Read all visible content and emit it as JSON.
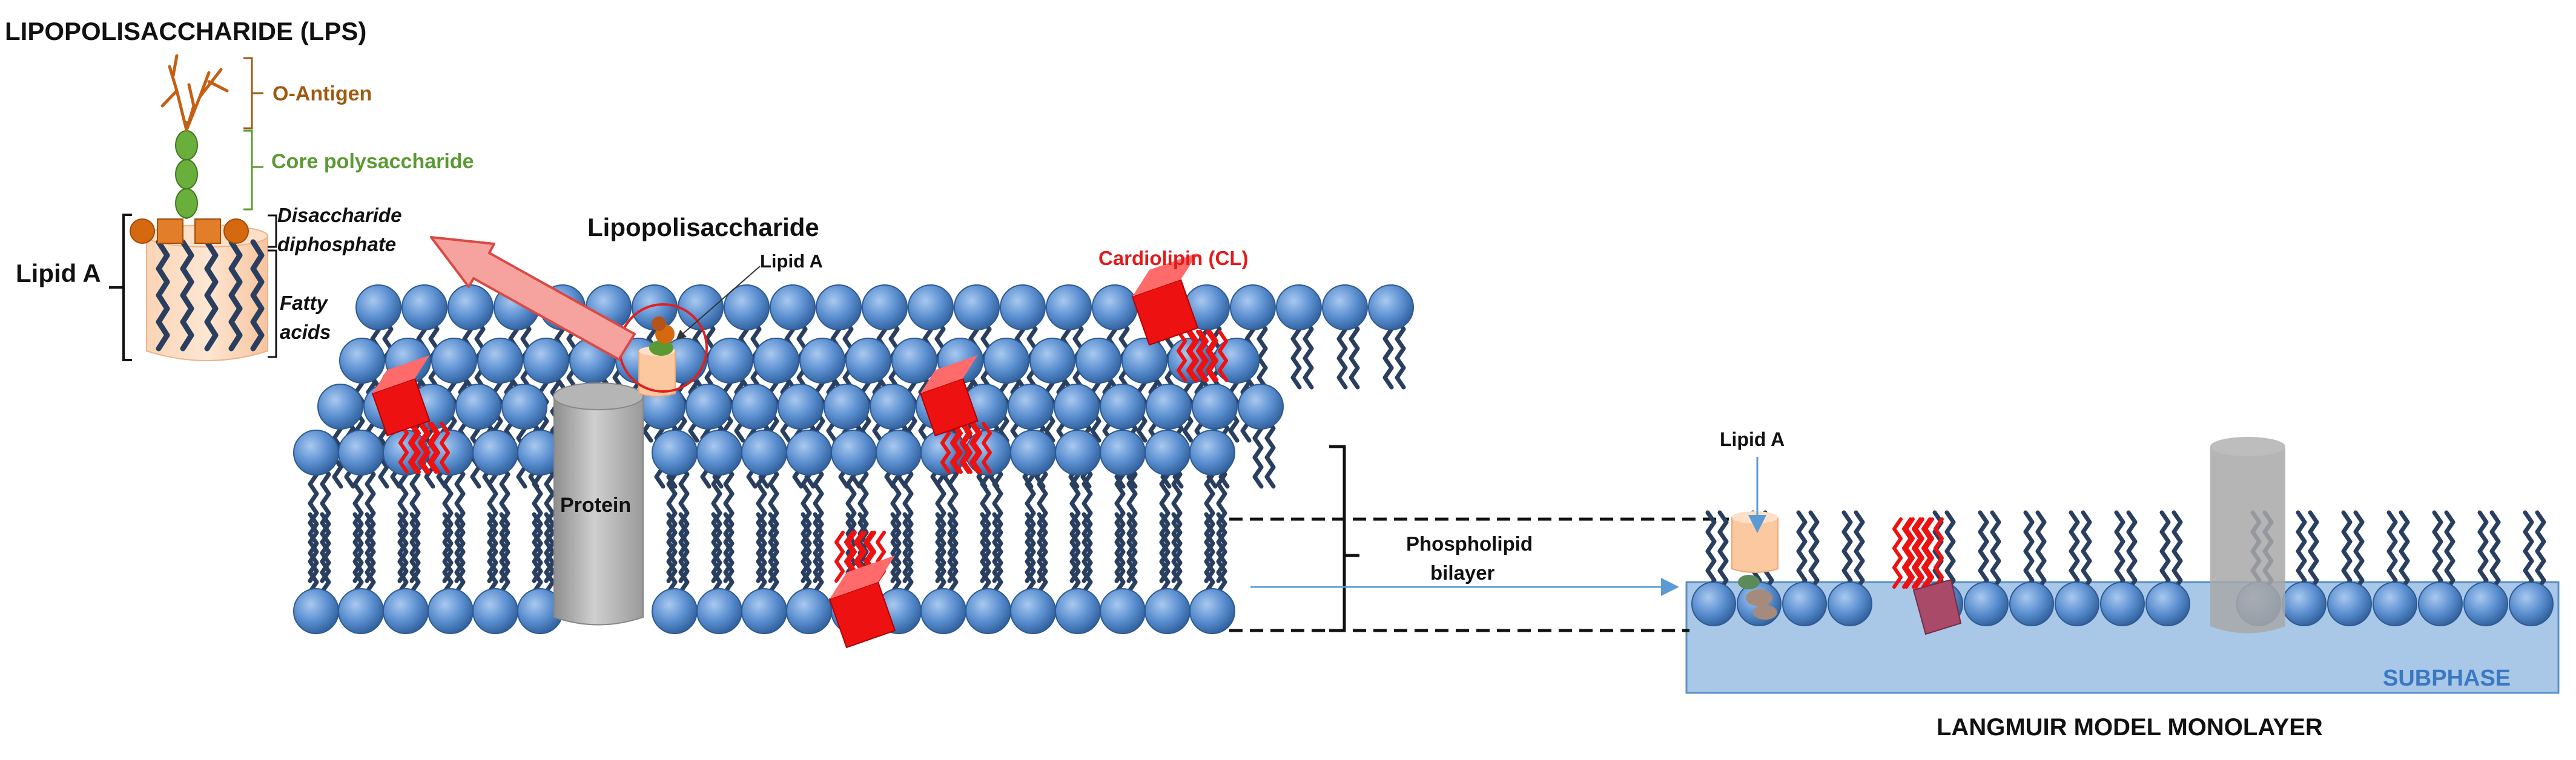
{
  "lps_panel": {
    "title": "LIPOPOLISACCHARIDE (LPS)",
    "o_antigen": "O-Antigen",
    "core": "Core polysaccharide",
    "disaccharide_line1": "Disaccharide",
    "disaccharide_line2": "diphosphate",
    "fatty_line1": "Fatty",
    "fatty_line2": "acids",
    "lipid_a": "Lipid A"
  },
  "bilayer": {
    "lps_label": "Lipopolisaccharide",
    "lipid_a_label": "Lipid A",
    "cardiolipin_label": "Cardiolipin (CL)",
    "protein_label": "Protein",
    "phospholipid_line1": "Phospholipid",
    "phospholipid_line2": "bilayer"
  },
  "monolayer": {
    "lipid_a_label": "Lipid A",
    "subphase_label": "SUBPHASE",
    "title": "LANGMUIR MODEL MONOLAYER"
  },
  "colors": {
    "head_blue": "#5b8fd0",
    "tail_navy": "#2a3f5f",
    "cardiolipin_red": "#ee1111",
    "o_antigen_brown": "#9c5a12",
    "core_green": "#5b9a33",
    "lipid_a_peach": "#fbc8a0",
    "subphase_blue": "#a9c8e8",
    "protein_gray": "#a8a8a8"
  }
}
